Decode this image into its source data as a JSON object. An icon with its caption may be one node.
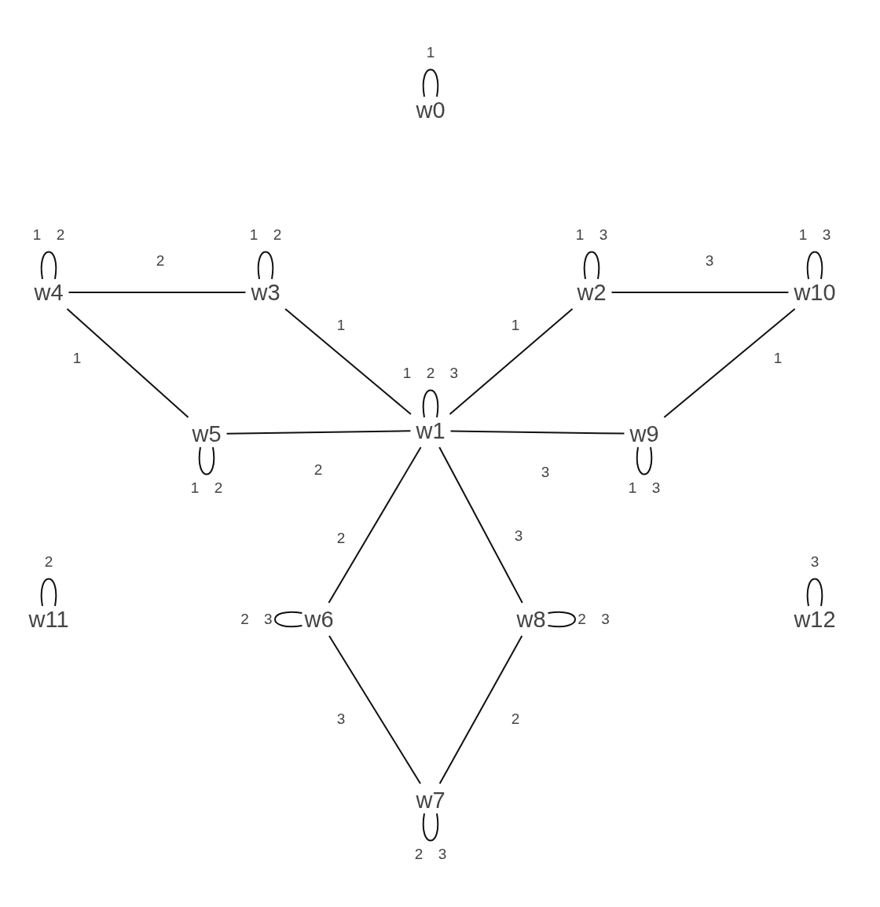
{
  "diagram": {
    "nodes": [
      {
        "text": [
          "w0"
        ]
      },
      {
        "text": [
          "w4"
        ]
      },
      {
        "text": [
          "w3"
        ]
      },
      {
        "text": [
          "w2"
        ]
      },
      {
        "text": [
          "w10"
        ]
      },
      {
        "text": [
          "w5"
        ]
      },
      {
        "text": [
          "w1"
        ]
      },
      {
        "text": [
          "w9"
        ]
      },
      {
        "text": [
          "w11"
        ]
      },
      {
        "text": [
          "w6"
        ]
      },
      {
        "text": [
          "w8"
        ]
      },
      {
        "text": [
          "w12"
        ]
      },
      {
        "text": [
          "w7"
        ]
      }
    ],
    "edges": [
      {
        "from": 0,
        "to": 0,
        "arrow": "none",
        "label": "1"
      },
      {
        "from": 1,
        "to": 1,
        "arrow": "none",
        "label": "1 2"
      },
      {
        "from": 2,
        "to": 2,
        "arrow": "none",
        "label": "1 2"
      },
      {
        "from": 3,
        "to": 3,
        "arrow": "none",
        "label": "1 3"
      },
      {
        "from": 4,
        "to": 4,
        "arrow": "none",
        "label": "1 3"
      },
      {
        "from": 1,
        "to": 2,
        "arrow": "none",
        "label": "2"
      },
      {
        "from": 3,
        "to": 4,
        "arrow": "none",
        "label": "3"
      },
      {
        "from": 2,
        "to": 6,
        "arrow": "none",
        "label": "1"
      },
      {
        "from": 3,
        "to": 6,
        "arrow": "none",
        "label": "1"
      },
      {
        "from": 1,
        "to": 5,
        "arrow": "none",
        "label": "1"
      },
      {
        "from": 4,
        "to": 7,
        "arrow": "none",
        "label": "1"
      },
      {
        "from": 6,
        "to": 6,
        "arrow": "none",
        "label": "1 2 3"
      },
      {
        "from": 5,
        "to": 6,
        "arrow": "none",
        "label": "2"
      },
      {
        "from": 6,
        "to": 7,
        "arrow": "none",
        "label": "3"
      },
      {
        "from": 5,
        "to": 5,
        "arrow": "none",
        "label": "1 2"
      },
      {
        "from": 7,
        "to": 7,
        "arrow": "none",
        "label": "1 3"
      },
      {
        "from": 6,
        "to": 9,
        "arrow": "none",
        "label": "2"
      },
      {
        "from": 6,
        "to": 10,
        "arrow": "none",
        "label": "3"
      },
      {
        "from": 8,
        "to": 8,
        "arrow": "none",
        "label": "2"
      },
      {
        "from": 11,
        "to": 11,
        "arrow": "none",
        "label": "3"
      },
      {
        "from": 9,
        "to": 9,
        "arrow": "none",
        "label": "2 3"
      },
      {
        "from": 10,
        "to": 10,
        "arrow": "none",
        "label": "2 3"
      },
      {
        "from": 9,
        "to": 12,
        "arrow": "none",
        "label": "3"
      },
      {
        "from": 10,
        "to": 12,
        "arrow": "none",
        "label": "2"
      },
      {
        "from": 12,
        "to": 12,
        "arrow": "none",
        "label": "2 3"
      }
    ]
  }
}
